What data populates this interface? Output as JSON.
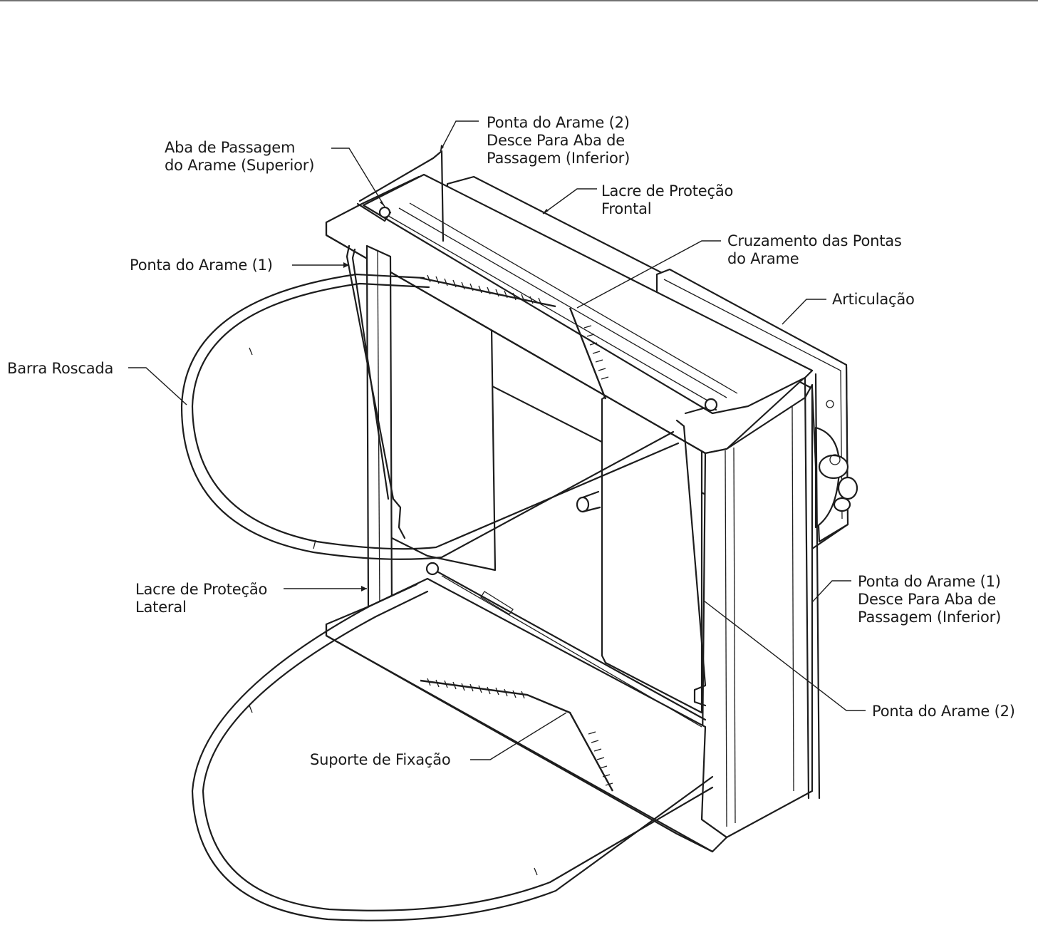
{
  "colors": {
    "line": "#1d1d1d",
    "background": "#ffffff"
  },
  "labels": {
    "ponta_arame_2_desce": [
      "Ponta do Arame (2)",
      "Desce Para Aba de",
      "Passagem (Inferior)"
    ],
    "aba_passagem_superior": [
      "Aba de Passagem",
      "do Arame (Superior)"
    ],
    "lacre_protecao_frontal": [
      "Lacre de Proteção",
      "Frontal"
    ],
    "cruzamento_pontas": [
      "Cruzamento das Pontas",
      "do Arame"
    ],
    "ponta_arame_1": [
      "Ponta do Arame (1)"
    ],
    "articulacao": [
      "Articulação"
    ],
    "barra_roscada": [
      "Barra Roscada"
    ],
    "lacre_protecao_lateral": [
      "Lacre de Proteção",
      "Lateral"
    ],
    "ponta_arame_1_desce": [
      "Ponta do Arame (1)",
      "Desce Para  Aba de",
      "Passagem (Inferior)"
    ],
    "ponta_arame_2": [
      "Ponta do Arame (2)"
    ],
    "suporte_fixacao": [
      "Suporte de Fixação"
    ]
  }
}
